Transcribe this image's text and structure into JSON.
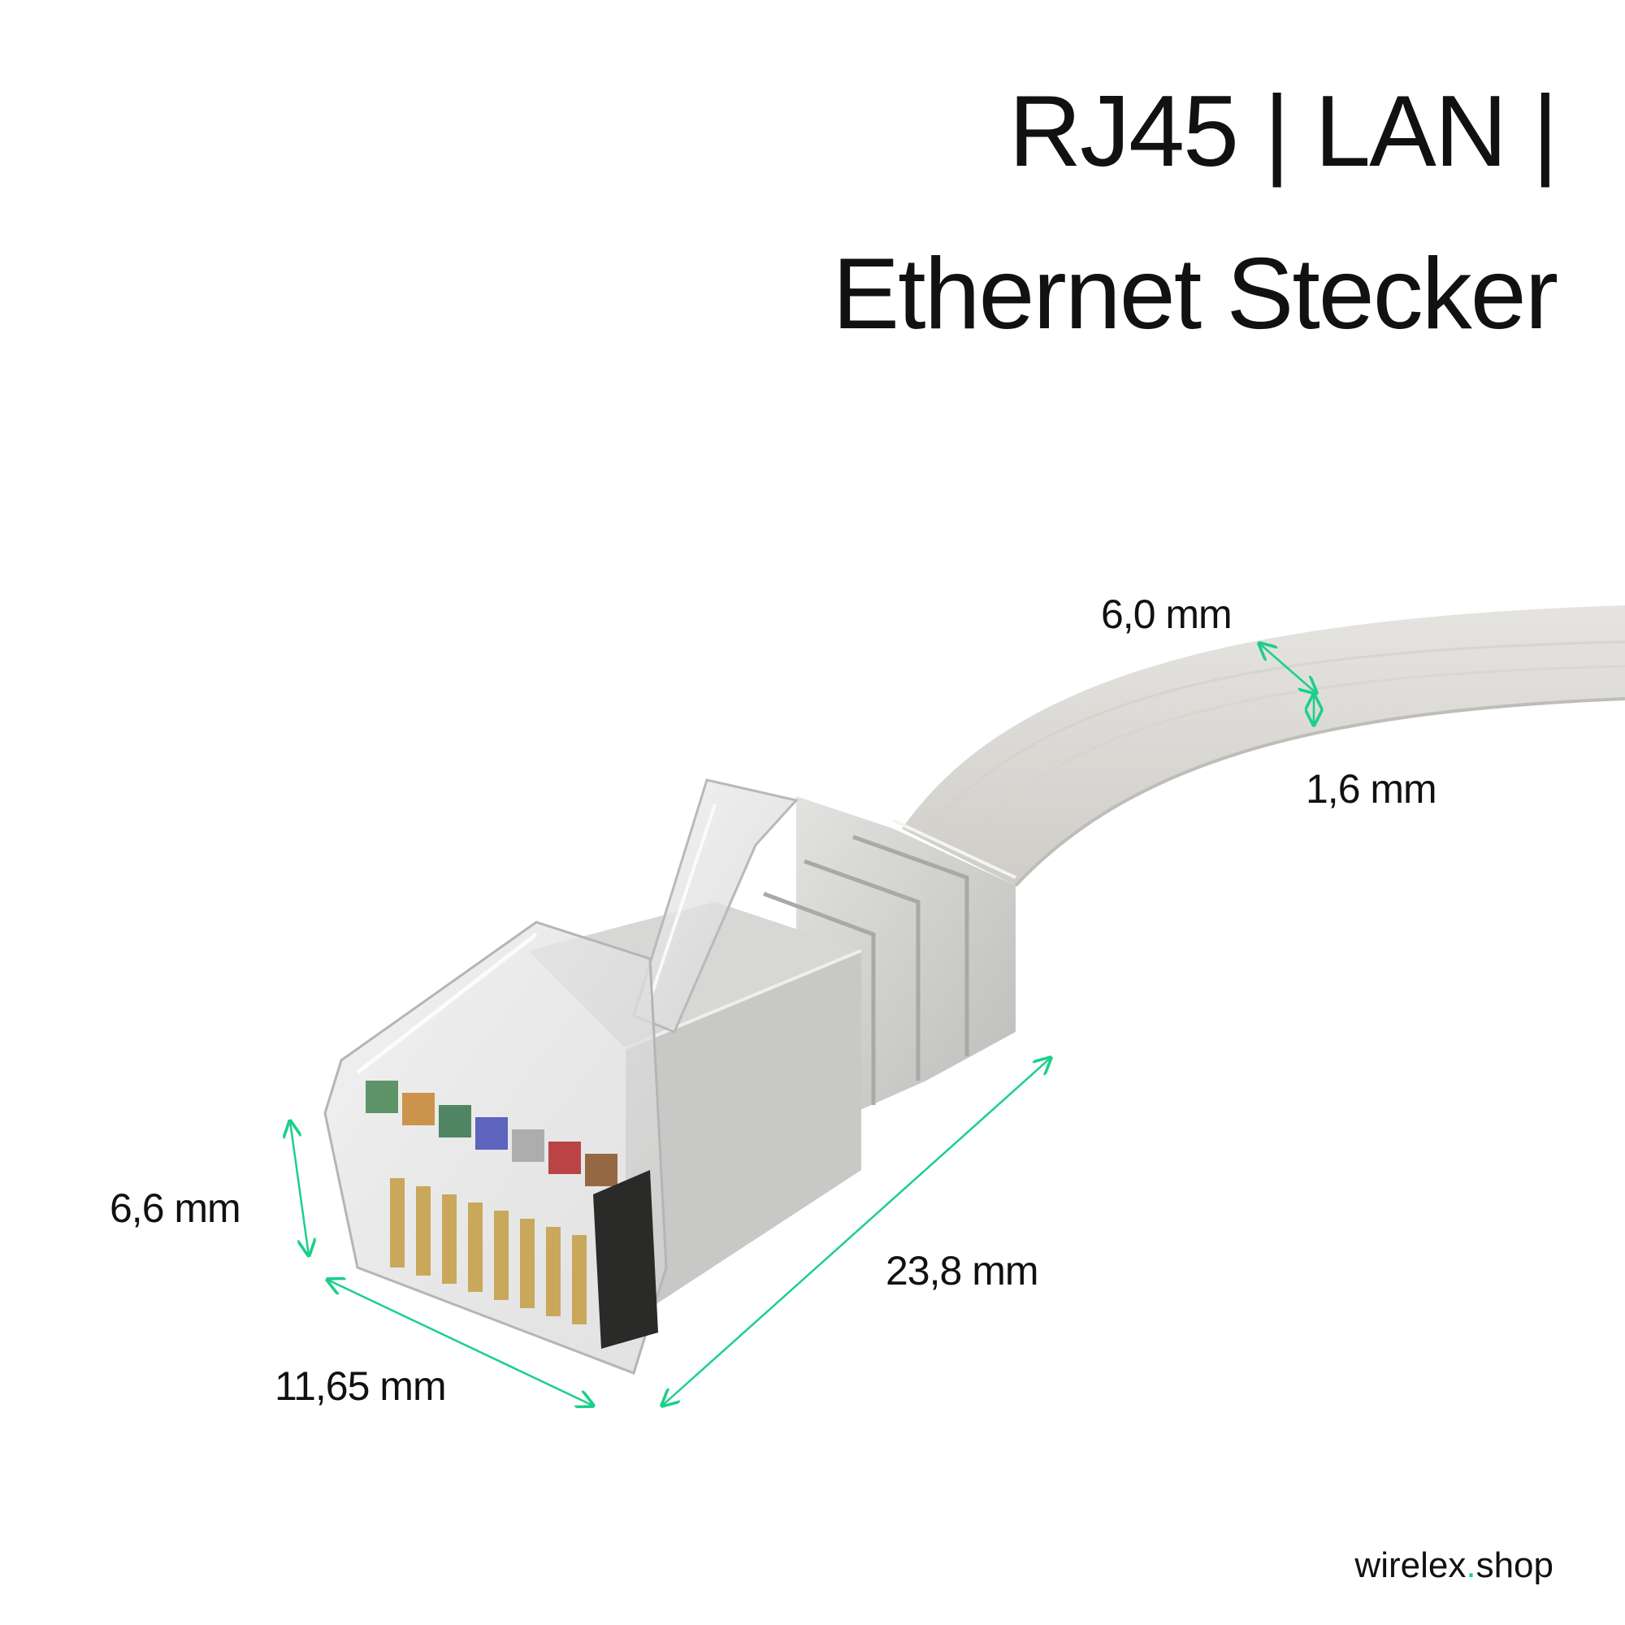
{
  "title": {
    "line1": "RJ45 | LAN |",
    "line2": "Ethernet Stecker"
  },
  "dimensions": {
    "cable_width": "6,0 mm",
    "cable_thickness": "1,6 mm",
    "plug_height": "6,6 mm",
    "plug_width": "11,65 mm",
    "plug_length": "23,8 mm"
  },
  "brand": {
    "name": "wirelex",
    "dot": ".",
    "tld": "shop"
  },
  "colors": {
    "dimension_arrows": "#1ccf8a",
    "cable": "#dedcd8",
    "connector_body": "#d4d4d2",
    "contacts": "#c9a85c"
  },
  "icons": [
    "rj45-connector",
    "flat-cable",
    "dimension-arrow"
  ]
}
